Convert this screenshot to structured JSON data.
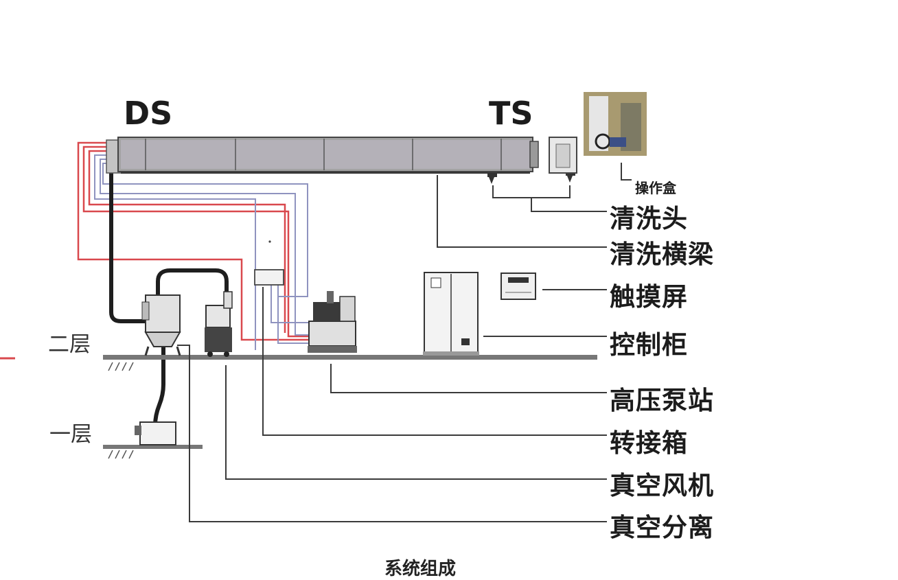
{
  "labels": {
    "ds": "DS",
    "ts": "TS",
    "control_box": "操作盒",
    "cleaning_head": "清洗头",
    "cleaning_beam": "清洗横梁",
    "touch_screen": "触摸屏",
    "control_cabinet": "控制柜",
    "high_pressure_pump_station": "高压泵站",
    "junction_box": "转接箱",
    "vacuum_blower": "真空风机",
    "vacuum_separator": "真空分离",
    "floor_2": "二层",
    "floor_1": "一层"
  },
  "caption": "系统组成",
  "colors": {
    "red_pipe": "#d9484d",
    "blue_pipe": "#8f93bf",
    "black_pipe": "#1e1e1e",
    "beam_fill": "#9a9a9a",
    "text": "#1c1c1c"
  }
}
